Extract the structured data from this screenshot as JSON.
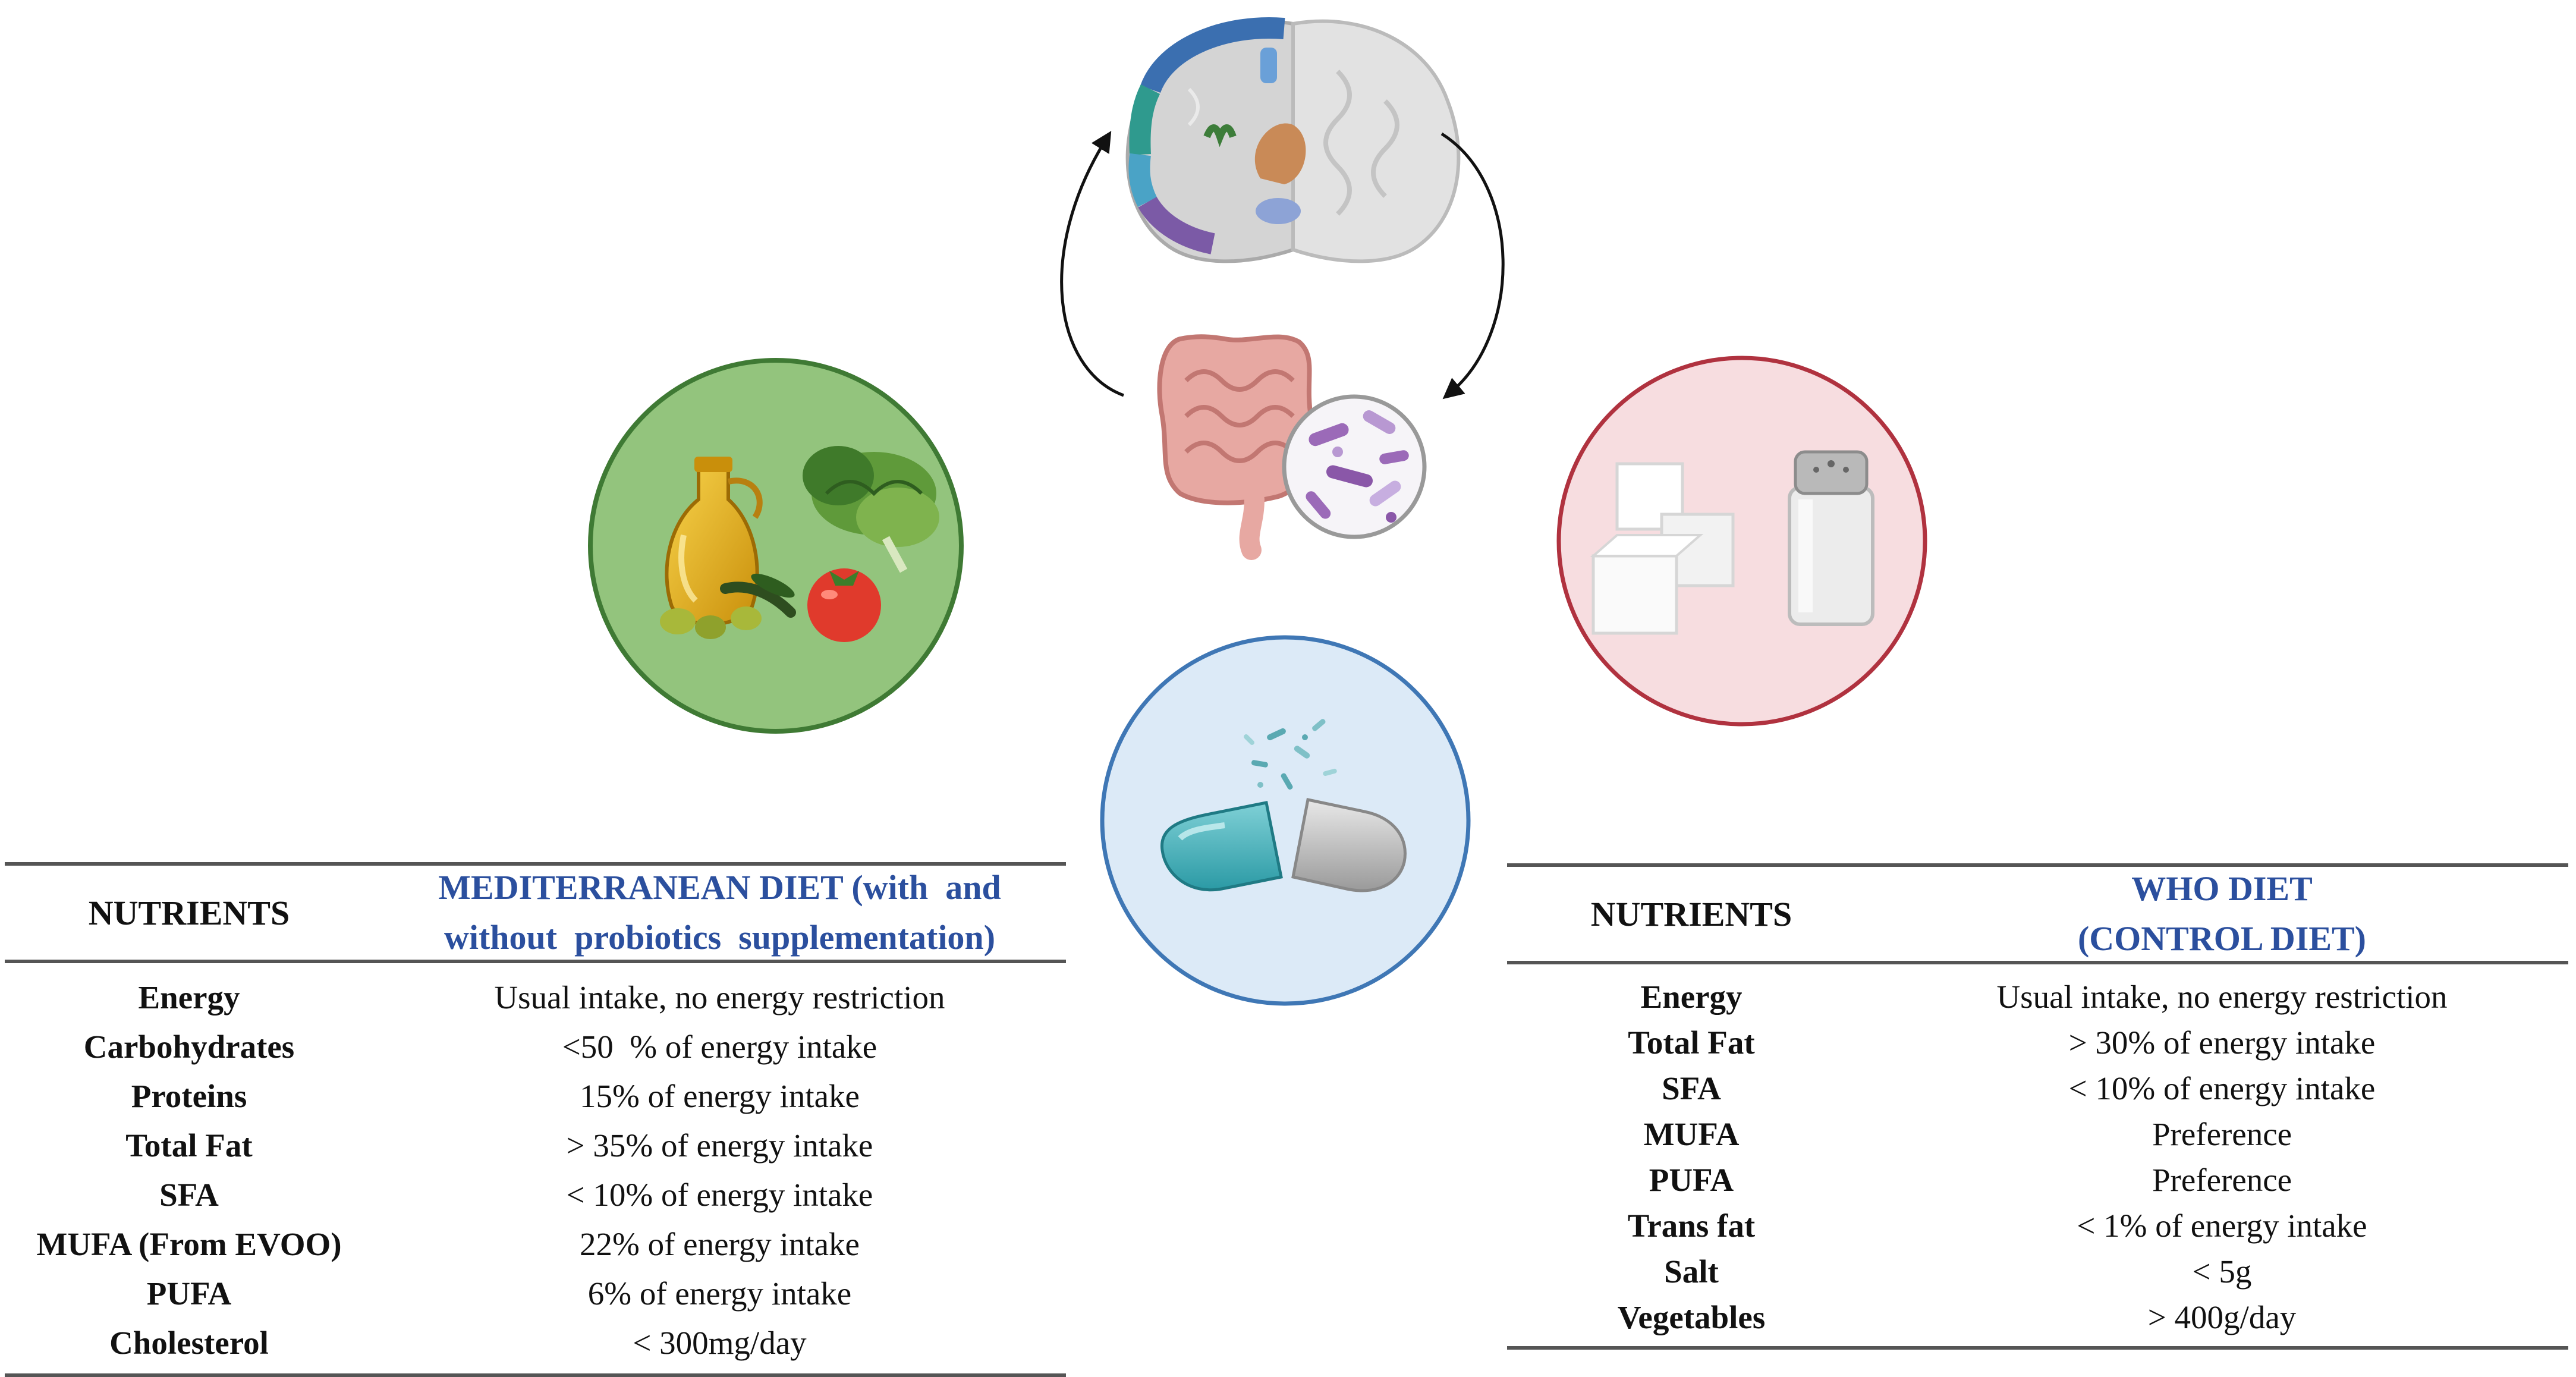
{
  "illustrations": {
    "brain": "brain-icon",
    "intestine": "intestine-icon",
    "microbiota": "bacteria-icon",
    "mediterranean": [
      "olive-oil-icon",
      "lettuce-icon",
      "tomato-icon",
      "olives-icon"
    ],
    "who": [
      "sugar-cubes-icon",
      "salt-shaker-icon"
    ],
    "probiotic": "capsule-icon",
    "colors": {
      "green_circle": "#93c47d",
      "green_border": "#3f7a34",
      "pink_circle": "#f7dde0",
      "pink_border": "#b0323f",
      "blue_circle": "#dceaf7",
      "blue_border": "#3f77b5",
      "diet_heading": "#2b4f9e"
    }
  },
  "mediterranean_table": {
    "col_nutrients": "NUTRIENTS",
    "diet_line1": "MEDITERRANEAN DIET (with  and",
    "diet_line2": "without  probiotics  supplementation)",
    "rows": [
      {
        "nutrient": "Energy",
        "value": "Usual intake, no energy restriction"
      },
      {
        "nutrient": "Carbohydrates",
        "value": "<50  % of energy intake"
      },
      {
        "nutrient": "Proteins",
        "value": "15% of energy intake"
      },
      {
        "nutrient": "Total Fat",
        "value": "> 35% of energy intake"
      },
      {
        "nutrient": "SFA",
        "value": "< 10% of energy intake"
      },
      {
        "nutrient": "MUFA (From EVOO)",
        "value": "22% of energy intake"
      },
      {
        "nutrient": "PUFA",
        "value": "6% of energy intake"
      },
      {
        "nutrient": "Cholesterol",
        "value": "< 300mg/day"
      }
    ]
  },
  "who_table": {
    "col_nutrients": "NUTRIENTS",
    "diet_line1": "WHO DIET",
    "diet_line2": "(CONTROL DIET)",
    "rows": [
      {
        "nutrient": "Energy",
        "value": "Usual intake, no energy restriction"
      },
      {
        "nutrient": "Total Fat",
        "value": "> 30% of energy intake"
      },
      {
        "nutrient": "SFA",
        "value": "< 10% of energy intake"
      },
      {
        "nutrient": "MUFA",
        "value": "Preference"
      },
      {
        "nutrient": "PUFA",
        "value": "Preference"
      },
      {
        "nutrient": "Trans fat",
        "value": "< 1% of energy intake"
      },
      {
        "nutrient": "Salt",
        "value": "< 5g"
      },
      {
        "nutrient": "Vegetables",
        "value": "> 400g/day"
      }
    ]
  }
}
